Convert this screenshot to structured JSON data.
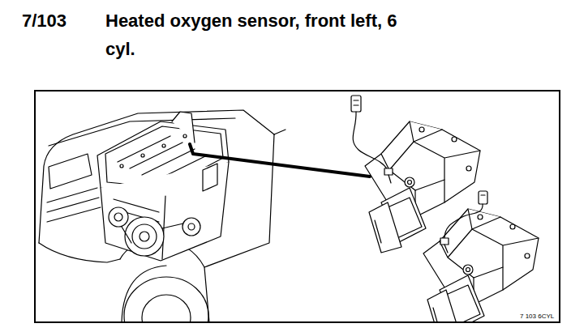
{
  "diagram": {
    "title": "Heated oxygen sensor, front left, 6 cyl.",
    "labels": [
      "7/103",
      "7 103 6CYL"
    ]
  }
}
